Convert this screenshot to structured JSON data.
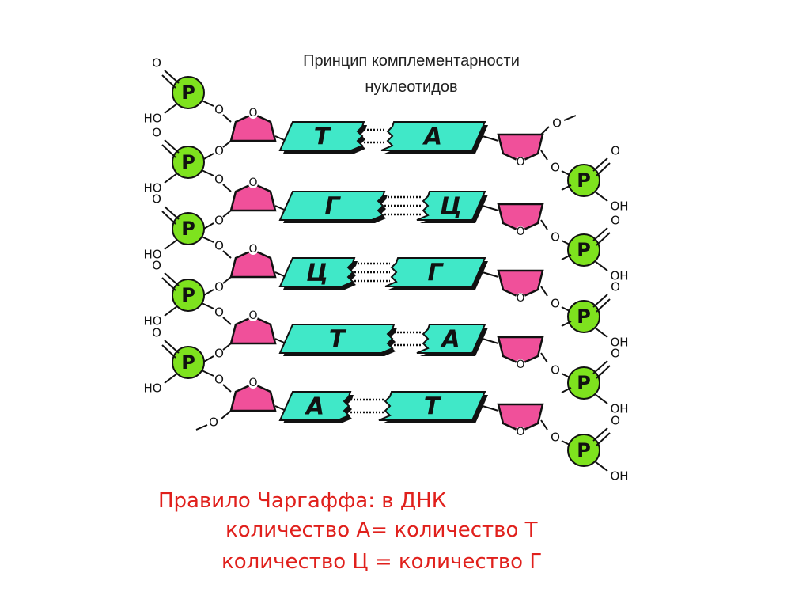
{
  "title": {
    "line1": "Принцип комплементарности",
    "line2": "нуклеотидов"
  },
  "labels": {
    "phosphate": "P",
    "oxygen": "O",
    "hydroxyl_left": "HO",
    "hydroxyl_right": "OH"
  },
  "pairs": [
    {
      "left": "Т",
      "right": "А",
      "bonds": 2
    },
    {
      "left": "Г",
      "right": "Ц",
      "bonds": 3
    },
    {
      "left": "Ц",
      "right": "Г",
      "bonds": 3
    },
    {
      "left": "Т",
      "right": "А",
      "bonds": 2
    },
    {
      "left": "А",
      "right": "Т",
      "bonds": 2
    }
  ],
  "rule": {
    "line1": "Правило Чаргаффа: в ДНК",
    "line2": "количество А= количество Т",
    "line3": "количество Ц = количество Г"
  },
  "colors": {
    "base": "#40e8c8",
    "sugar": "#f0509a",
    "phosphate": "#7ee21e",
    "rule_text": "#e0201c"
  }
}
